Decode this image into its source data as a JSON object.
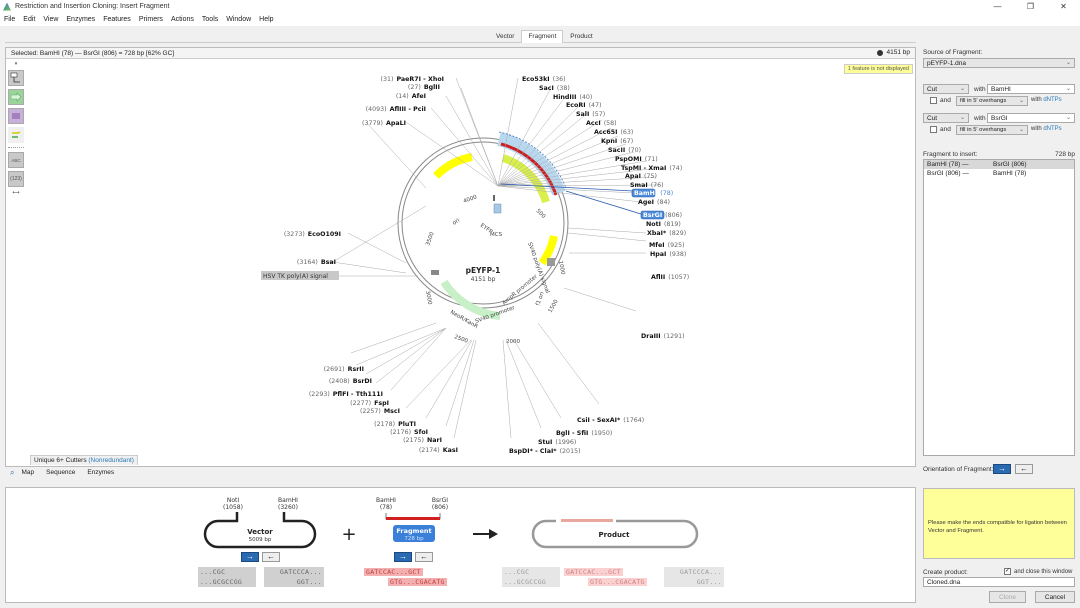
{
  "window": {
    "title": "Restriction and Insertion Cloning: Insert Fragment",
    "controls": [
      "—",
      "❐",
      "✕"
    ]
  },
  "menu": [
    "File",
    "Edit",
    "View",
    "Enzymes",
    "Features",
    "Primers",
    "Actions",
    "Tools",
    "Window",
    "Help"
  ],
  "tabs": [
    {
      "label": "Vector",
      "active": false
    },
    {
      "label": "Fragment",
      "active": true
    },
    {
      "label": "Product",
      "active": false
    }
  ],
  "map": {
    "selection": "Selected:  BamHI (78)  —  BsrGI (806)  =  728 bp      [62% GC]",
    "bp_count": "4151 bp",
    "notice": "1 feature is not displayed",
    "plasmid_name": "pEYFP-1",
    "plasmid_size": "4151 bp",
    "ticks": [
      "500",
      "1000",
      "1500",
      "2000",
      "2500",
      "3000",
      "3500",
      "4000"
    ],
    "features": [
      "ori",
      "EYFP",
      "MCS",
      "SV40 poly(A) signal",
      "f1 ori",
      "AmpR promoter",
      "SV40 promoter",
      "NeoR/KanR",
      "HSV TK poly(A) signal"
    ],
    "enzymes_left": [
      {
        "pos": "(31)",
        "name": "PaeR7I - XhoI"
      },
      {
        "pos": "(27)",
        "name": "BglII"
      },
      {
        "pos": "(14)",
        "name": "AfeI"
      },
      {
        "pos": "(4093)",
        "name": "AflIII - PciI"
      },
      {
        "pos": "(3779)",
        "name": "ApaLI"
      },
      {
        "pos": "(3273)",
        "name": "EcoO109I"
      },
      {
        "pos": "(3164)",
        "name": "BsaI"
      },
      {
        "pos": "(2691)",
        "name": "RsrII"
      },
      {
        "pos": "(2408)",
        "name": "BsrDI"
      },
      {
        "pos": "(2293)",
        "name": "PflFI - Tth111I"
      },
      {
        "pos": "(2277)",
        "name": "FspI"
      },
      {
        "pos": "(2257)",
        "name": "MscI"
      },
      {
        "pos": "(2178)",
        "name": "PluTI"
      },
      {
        "pos": "(2176)",
        "name": "SfoI"
      },
      {
        "pos": "(2175)",
        "name": "NarI"
      },
      {
        "pos": "(2174)",
        "name": "KasI"
      }
    ],
    "enzymes_right": [
      {
        "name": "Eco53kI",
        "pos": "(36)"
      },
      {
        "name": "SacI",
        "pos": "(38)"
      },
      {
        "name": "HindIII",
        "pos": "(40)"
      },
      {
        "name": "EcoRI",
        "pos": "(47)"
      },
      {
        "name": "SalI",
        "pos": "(57)"
      },
      {
        "name": "AccI",
        "pos": "(58)"
      },
      {
        "name": "Acc65I",
        "pos": "(63)"
      },
      {
        "name": "KpnI",
        "pos": "(67)"
      },
      {
        "name": "SacII",
        "pos": "(70)"
      },
      {
        "name": "PspOMI",
        "pos": "(71)"
      },
      {
        "name": "TspMI - XmaI",
        "pos": "(74)"
      },
      {
        "name": "ApaI",
        "pos": "(75)"
      },
      {
        "name": "SmaI",
        "pos": "(76)"
      },
      {
        "name": "BamHI",
        "pos": "(78)"
      },
      {
        "name": "AgeI",
        "pos": "(84)"
      },
      {
        "name": "BsrGI",
        "pos": "(806)"
      },
      {
        "name": "NotI",
        "pos": "(819)"
      },
      {
        "name": "XbaI*",
        "pos": "(829)"
      },
      {
        "name": "MfeI",
        "pos": "(925)"
      },
      {
        "name": "HpaI",
        "pos": "(938)"
      },
      {
        "name": "AflII",
        "pos": "(1057)"
      },
      {
        "name": "DraIII",
        "pos": "(1291)"
      },
      {
        "name": "CsiI - SexAI*",
        "pos": "(1764)"
      },
      {
        "name": "BglI - SfiI",
        "pos": "(1950)"
      },
      {
        "name": "StuI",
        "pos": "(1996)"
      },
      {
        "name": "BspDI* - ClaI*",
        "pos": "(2015)"
      }
    ],
    "cutters_label": "Unique 6+ Cutters",
    "cutters_mode": "(Nonredundant)",
    "view_tabs": [
      "Map",
      "Sequence",
      "Enzymes"
    ]
  },
  "right": {
    "source_label": "Source of Fragment:",
    "source_value": "pEYFP-1.dna",
    "cut1": {
      "action": "Cut",
      "with": "with",
      "enzyme": "BamHI",
      "and": "and",
      "fill": "fill in 5' overhangs",
      "dntps_pre": "with",
      "dntps": "dNTPs"
    },
    "cut2": {
      "action": "Cut",
      "with": "with",
      "enzyme": "BsrGI",
      "and": "and",
      "fill": "fill in 5' overhangs",
      "dntps_pre": "with",
      "dntps": "dNTPs"
    },
    "fragment_label": "Fragment to insert:",
    "fragment_size": "728 bp",
    "fragments": [
      {
        "a": "BamHI  (78)  —",
        "b": "BsrGI  (806)",
        "selected": true
      },
      {
        "a": "BsrGI  (806) —",
        "b": "BamHI  (78)",
        "selected": false
      }
    ],
    "orientation_label": "Orientation of Fragment:",
    "message": "Please make the ends compatible for ligation between Vector and Fragment.",
    "create_label": "Create product:",
    "close_window_label": "and close this window",
    "product_name": "Cloned.dna",
    "clone_btn": "Clone",
    "cancel_btn": "Cancel"
  },
  "diagram": {
    "vector": {
      "left_enzyme": "NotI",
      "left_pos": "(1058)",
      "right_enzyme": "BamHI",
      "right_pos": "(3260)",
      "label": "Vector",
      "size": "5009 bp",
      "seq_left": [
        "...CGC",
        "...GCGCCGG"
      ],
      "seq_right": [
        "GATCCCA...",
        "GGT..."
      ]
    },
    "plus": "+",
    "fragment": {
      "left_enzyme": "BamHI",
      "left_pos": "(78)",
      "right_enzyme": "BsrGI",
      "right_pos": "(806)",
      "label": "Fragment",
      "size": "728 bp",
      "seq": [
        "GATCCAC...GCT",
        "GTG...CGACATG"
      ]
    },
    "product": {
      "label": "Product",
      "seq_left": [
        "...CGC",
        "...GCGCCGG"
      ],
      "seq_mid": [
        "GATCCAC...GCT",
        "GTG...CGACATG"
      ],
      "seq_right": [
        "GATCCCA...",
        "GGT..."
      ]
    }
  }
}
